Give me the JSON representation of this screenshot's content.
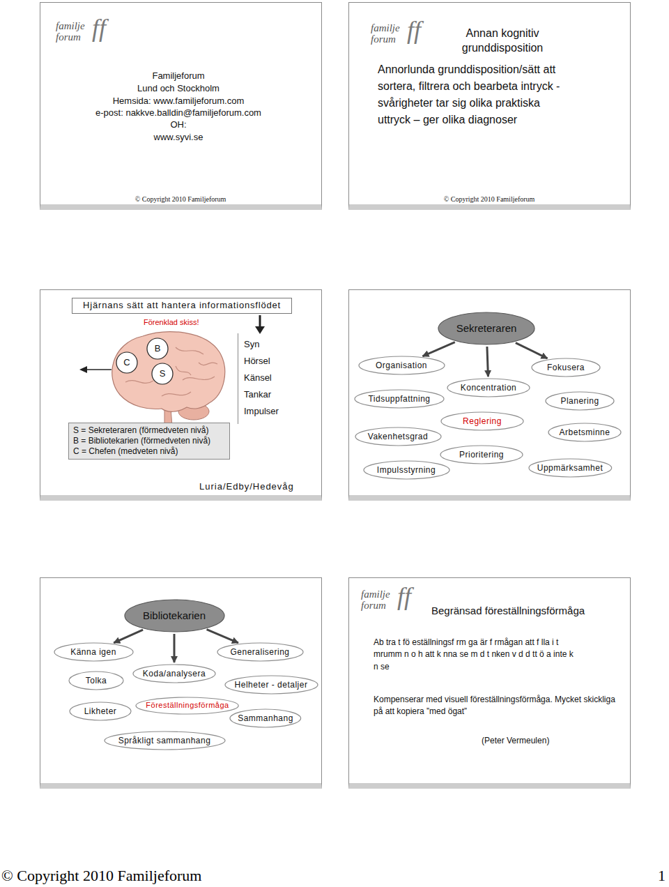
{
  "diagram": {
    "nodes": [
      {
        "text": [
          "Familjeforum",
          "Lund och Stockholm",
          "Hemsida: www.familjeforum.com",
          "e-post: nakkve.balldin@familjeforum.com",
          "OH:",
          "www.syvi.se",
          "© Copyright 2010 Familjeforum"
        ]
      },
      {
        "text": [
          "Annan kognitiv grunddisposition",
          "Annorlunda grunddisposition/sätt att sortera, filtrera och bearbeta intryck - svårigheter tar sig olika praktiska uttryck – ger olika diagnoser",
          "© Copyright 2010 Familjeforum"
        ]
      },
      {
        "text": [
          "Förenklad skiss!",
          "Luria/Edby/Hedevåg"
        ]
      },
      {
        "text": [
          "Hjärnans sätt att hantera informationsflödet"
        ],
        "in": 2
      },
      {
        "text": [
          "C"
        ],
        "in": 2
      },
      {
        "text": [
          "B"
        ],
        "in": 2
      },
      {
        "text": [
          "S"
        ],
        "in": 2
      },
      {
        "text": [
          "Syn",
          "Hörsel",
          "Känsel",
          "Tankar",
          "Impulser"
        ],
        "in": 2
      },
      {
        "text": [
          "S = Sekreteraren (förmedveten nivå)",
          "B = Bibliotekarien (förmedveten nivå)",
          "C = Chefen (medveten nivå)"
        ],
        "in": 2
      },
      {
        "text": []
      },
      {
        "text": [
          "Sekreteraren"
        ],
        "in": 9
      },
      {
        "text": [
          "Organisation"
        ],
        "in": 9
      },
      {
        "text": [
          "Koncentration"
        ],
        "in": 9
      },
      {
        "text": [
          "Fokusera"
        ],
        "in": 9
      },
      {
        "text": [
          "Tidsuppfattning"
        ],
        "in": 9
      },
      {
        "text": [
          "Planering"
        ],
        "in": 9
      },
      {
        "text": [
          "Reglering"
        ],
        "in": 9
      },
      {
        "text": [
          "Arbetsminne"
        ],
        "in": 9
      },
      {
        "text": [
          "Vakenhetsgrad"
        ],
        "in": 9
      },
      {
        "text": [
          "Prioritering"
        ],
        "in": 9
      },
      {
        "text": [
          "Impulsstyrning"
        ],
        "in": 9
      },
      {
        "text": [
          "Uppmärksamhet"
        ],
        "in": 9
      },
      {
        "text": []
      },
      {
        "text": [
          "Bibliotekarien"
        ],
        "in": 22
      },
      {
        "text": [
          "Känna igen"
        ],
        "in": 22
      },
      {
        "text": [
          "Generalisering"
        ],
        "in": 22
      },
      {
        "text": [
          "Koda/analysera"
        ],
        "in": 22
      },
      {
        "text": [
          "Tolka"
        ],
        "in": 22
      },
      {
        "text": [
          "Helheter - detaljer"
        ],
        "in": 22
      },
      {
        "text": [
          "Likheter"
        ],
        "in": 22
      },
      {
        "text": [
          "Föreställningsförmåga"
        ],
        "in": 22
      },
      {
        "text": [
          "Sammanhang"
        ],
        "in": 22
      },
      {
        "text": [
          "Språkligt sammanhang"
        ],
        "in": 22
      },
      {
        "text": [
          "Begränsad föreställningsförmåga",
          "Ab tra t fö eställningsf rm ga är f rmågan att f lla i t mrumm n o h att k nna se m d t nken v d d tt ö a inte k n se",
          "Kompenserar med visuell föreställningsförmåga. Mycket skickliga på att kopiera ”med ögat”",
          "(Peter Vermeulen)"
        ]
      }
    ],
    "edges": [
      {
        "from": 10,
        "to": 11,
        "arrow": "to"
      },
      {
        "from": 10,
        "to": 12,
        "arrow": "to"
      },
      {
        "from": 10,
        "to": 13,
        "arrow": "to"
      },
      {
        "from": 23,
        "to": 24,
        "arrow": "to"
      },
      {
        "from": 23,
        "to": 26,
        "arrow": "to"
      },
      {
        "from": 23,
        "to": 25,
        "arrow": "to"
      }
    ],
    "labels": [
      "familje forum",
      "ff",
      "familje forum",
      "ff",
      "familje forum",
      "ff",
      "© Copyright 2010 Familjeforum",
      "1"
    ]
  }
}
